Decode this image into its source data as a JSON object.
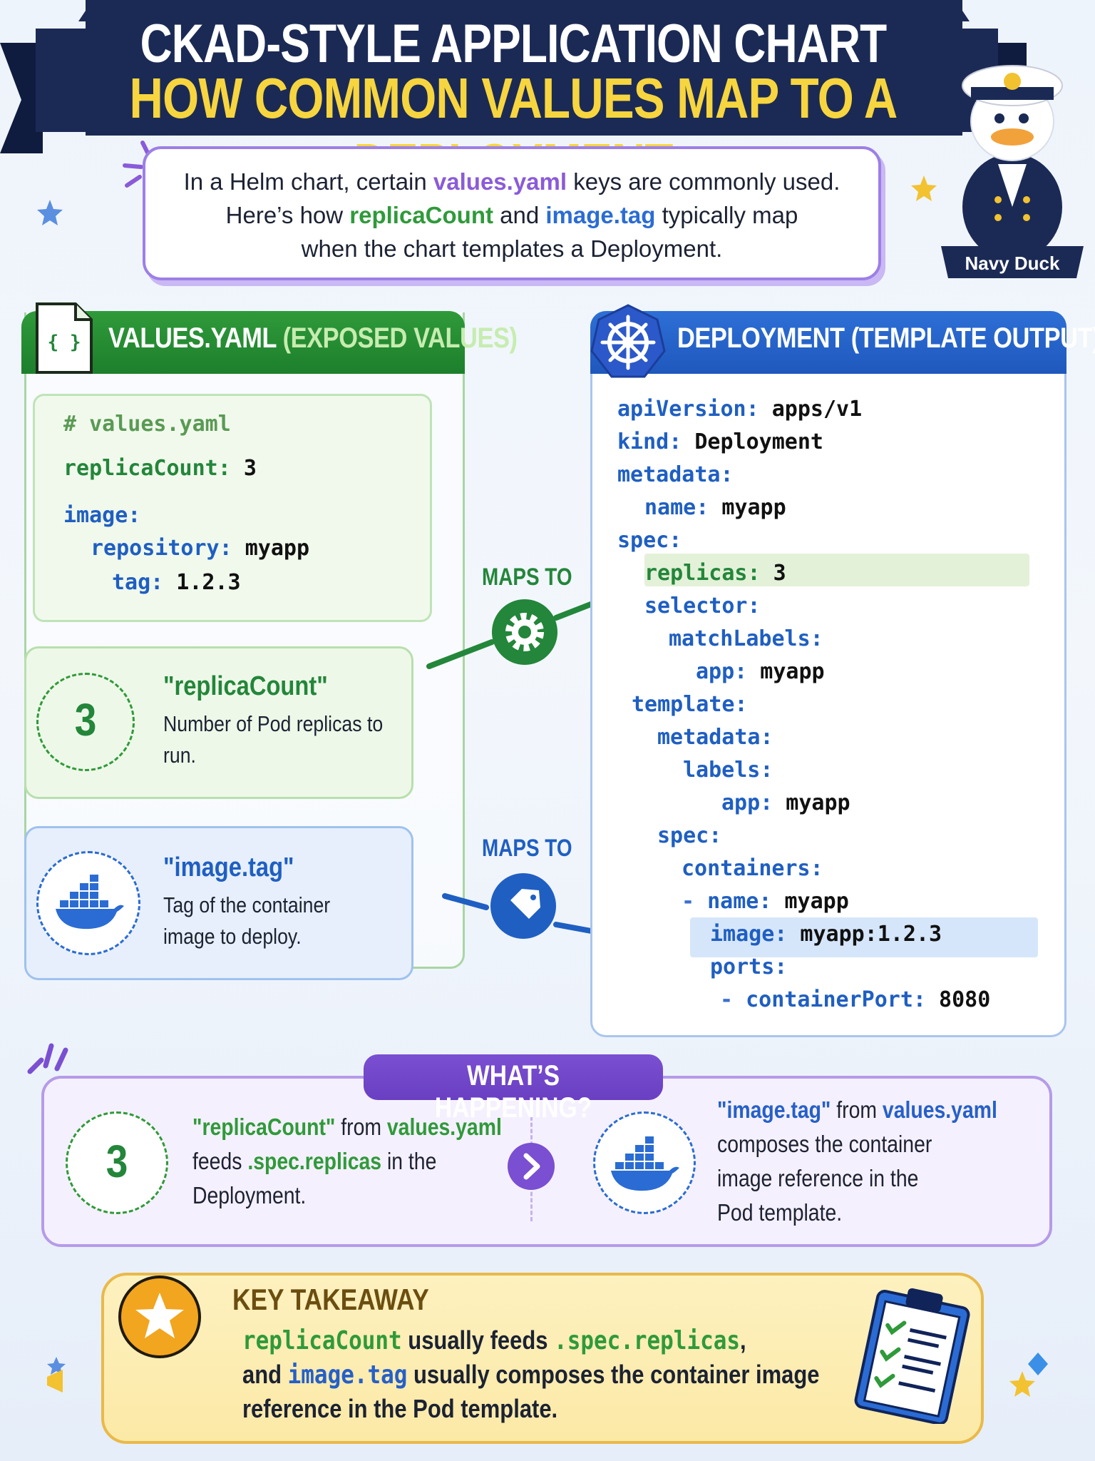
{
  "banner": {
    "title_line1": "CKAD-STYLE APPLICATION CHART",
    "title_line2": "HOW COMMON VALUES MAP TO A DEPLOYMENT"
  },
  "mascot": {
    "label": "Navy Duck"
  },
  "intro": {
    "l1a": "In a Helm chart, certain ",
    "l1b": "values.yaml",
    "l1c": " keys are commonly used.",
    "l2a": "Here’s how ",
    "l2b": "replicaCount",
    "l2c": " and ",
    "l2d": "image.tag",
    "l2e": " typically map",
    "l3": "when the chart templates a Deployment."
  },
  "values_panel": {
    "title_main": "VALUES.YAML",
    "title_sub": " (EXPOSED VALUES)",
    "icon_glyph": "{ }",
    "code": {
      "comment": "# values.yaml",
      "replica_key": "replicaCount:",
      "replica_val": " 3",
      "image_key": "image:",
      "repo_key": "repository:",
      "repo_val": " myapp",
      "tag_key": "tag:",
      "tag_val": " 1.2.3"
    }
  },
  "cards": {
    "replica": {
      "number": "3",
      "title": "\"replicaCount\"",
      "desc": "Number of Pod replicas to run."
    },
    "image": {
      "title": "\"image.tag\"",
      "desc": "Tag of the container image to deploy."
    }
  },
  "maps_to": {
    "label1": "MAPS TO",
    "label2": "MAPS TO"
  },
  "deploy_panel": {
    "title": "DEPLOYMENT (TEMPLATE OUTPUT)",
    "lines": [
      {
        "key": "apiVersion:",
        "val": " apps/v1"
      },
      {
        "key": "kind:",
        "val": " Deployment"
      },
      {
        "key": "metadata:",
        "val": ""
      },
      {
        "key": "name:",
        "val": " myapp"
      },
      {
        "key": "spec:",
        "val": ""
      },
      {
        "key": "replicas:",
        "val": " 3"
      },
      {
        "key": "selector:",
        "val": ""
      },
      {
        "key": "matchLabels:",
        "val": ""
      },
      {
        "key": "app:",
        "val": " myapp"
      },
      {
        "key": "template:",
        "val": ""
      },
      {
        "key": "metadata:",
        "val": ""
      },
      {
        "key": "labels:",
        "val": ""
      },
      {
        "key": "app:",
        "val": " myapp"
      },
      {
        "key": "spec:",
        "val": ""
      },
      {
        "key": "containers:",
        "val": ""
      },
      {
        "key": "name:",
        "val": " myapp",
        "dash": "- "
      },
      {
        "key": "image:",
        "val": " myapp:1.2.3"
      },
      {
        "key": "ports:",
        "val": ""
      },
      {
        "key": "containerPort:",
        "val": " 8080",
        "dash": "- "
      }
    ]
  },
  "happening": {
    "title": "WHAT’S HAPPENING?",
    "left_number": "3",
    "left_a": "\"replicaCount\"",
    "left_b": " from ",
    "left_c": "values.yaml",
    "left_d": "feeds ",
    "left_e": ".spec.replicas",
    "left_f": " in the",
    "left_g": "Deployment.",
    "right_a": "\"image.tag\"",
    "right_b": " from ",
    "right_c": "values.yaml",
    "right_d": "composes the container",
    "right_e": "image reference in the",
    "right_f": "Pod template."
  },
  "takeaway": {
    "title": "KEY TAKEAWAY",
    "l1a": "replicaCount",
    "l1b": " usually feeds ",
    "l1c": ".spec.replicas",
    "l1d": ",",
    "l2a": "and ",
    "l2b": "image.tag",
    "l2c": " usually composes the container image",
    "l3": "reference in the Pod template."
  },
  "colors": {
    "navy": "#1b2a55",
    "yellow": "#f7d53f",
    "green": "#2f9a3a",
    "blue": "#2b6cd4",
    "purple": "#7a4fd1"
  }
}
